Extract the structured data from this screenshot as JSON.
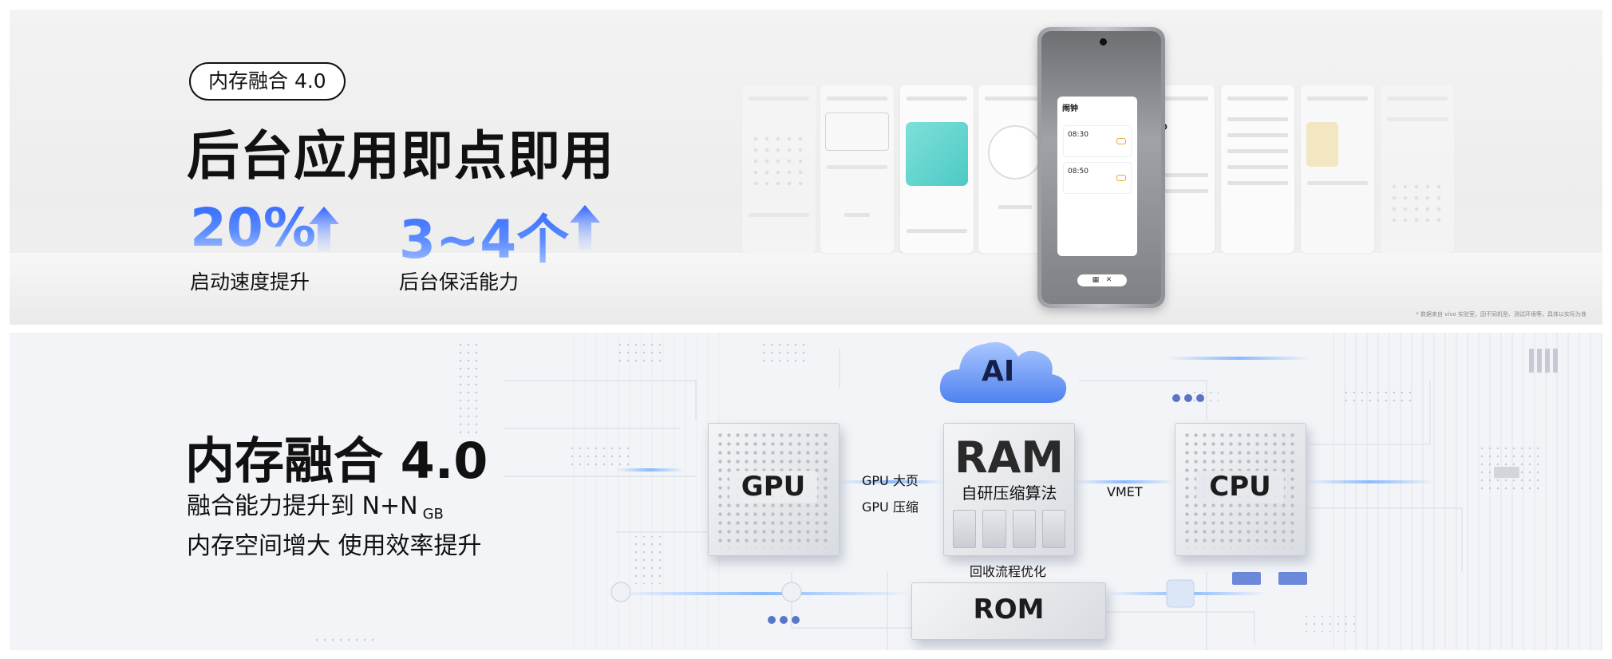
{
  "panel_top": {
    "badge": "内存融合 4.0",
    "title": "后台应用即点即用",
    "stats": [
      {
        "value": "20%",
        "label": "启动速度提升"
      },
      {
        "value": "3~4个",
        "label": "后台保活能力"
      }
    ],
    "phone": {
      "app_title": "闹钟",
      "alarms": [
        "08:30",
        "08:50"
      ]
    },
    "footnote": "* 数据来自 vivo 实验室，因不同机型、测试环境等，具体以实际为准"
  },
  "panel_bottom": {
    "title": "内存融合 4.0",
    "line1": "融合能力提升到 N+N",
    "line1_unit": "GB",
    "line2": "内存空间增大 使用效率提升",
    "cloud_label": "AI",
    "gpu_label": "GPU",
    "cpu_label": "CPU",
    "ram_label": "RAM",
    "ram_sub": "自研压缩算法",
    "rom_label": "ROM",
    "gpu_links": [
      "GPU 大页",
      "GPU 压缩"
    ],
    "cpu_link": "VMET",
    "rom_link": "回收流程优化"
  },
  "colors": {
    "accent_blue": "#2c63ff",
    "cloud_blue": "#5d90f5",
    "text": "#111111"
  }
}
